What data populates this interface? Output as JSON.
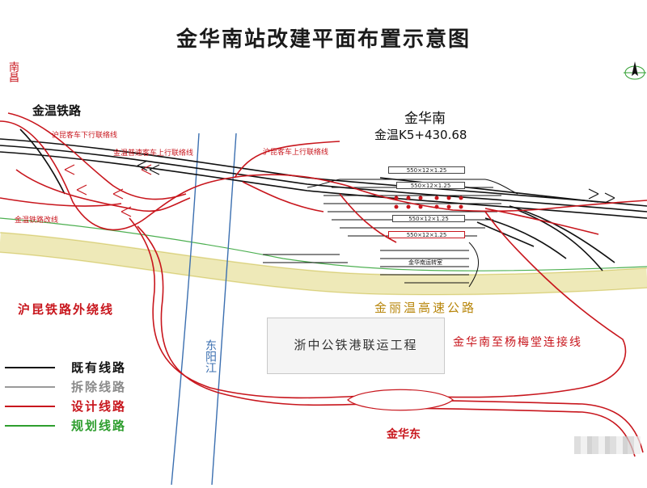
{
  "title": "金华南站改建平面布置示意图",
  "station": {
    "name": "金华南",
    "mileage": "金温K5+430.68",
    "platforms": [
      "550×12×1.25",
      "550×12×1.25",
      "550×12×1.25",
      "550×12×1.25"
    ]
  },
  "labels": {
    "jinwen_railway": "金温铁路",
    "nanchang": "南昌",
    "hukun_down": "沪昆客车下行联络线",
    "jinwen_ordinary_up": "金温普速客车上行联络线",
    "hukun_up": "沪昆客车上行联络线",
    "jinwen_realign": "金温铁路改线",
    "hukun_bypass": "沪昆铁路外绕线",
    "dongyang_river": "东阳江",
    "jinliwen_expressway": "金丽温高速公路",
    "zhejiang_port_project": "浙中公铁港联运工程",
    "yangmeitang_link": "金华南至杨梅堂连接线",
    "jinhua_east": "金华东",
    "depot_label": "金华南运转室"
  },
  "legend": [
    {
      "label": "既有线路",
      "color": "#111111"
    },
    {
      "label": "拆除线路",
      "color": "#9a9a9a"
    },
    {
      "label": "设计线路",
      "color": "#c8161d"
    },
    {
      "label": "规划线路",
      "color": "#2e9e2e"
    }
  ],
  "colors": {
    "existing": "#111111",
    "removed": "#9a9a9a",
    "design": "#c8161d",
    "planned": "#2e9e2e",
    "expressway": "#e9e3a8",
    "river": "#3b6fb0"
  },
  "north_arrow": "north-arrow-icon"
}
